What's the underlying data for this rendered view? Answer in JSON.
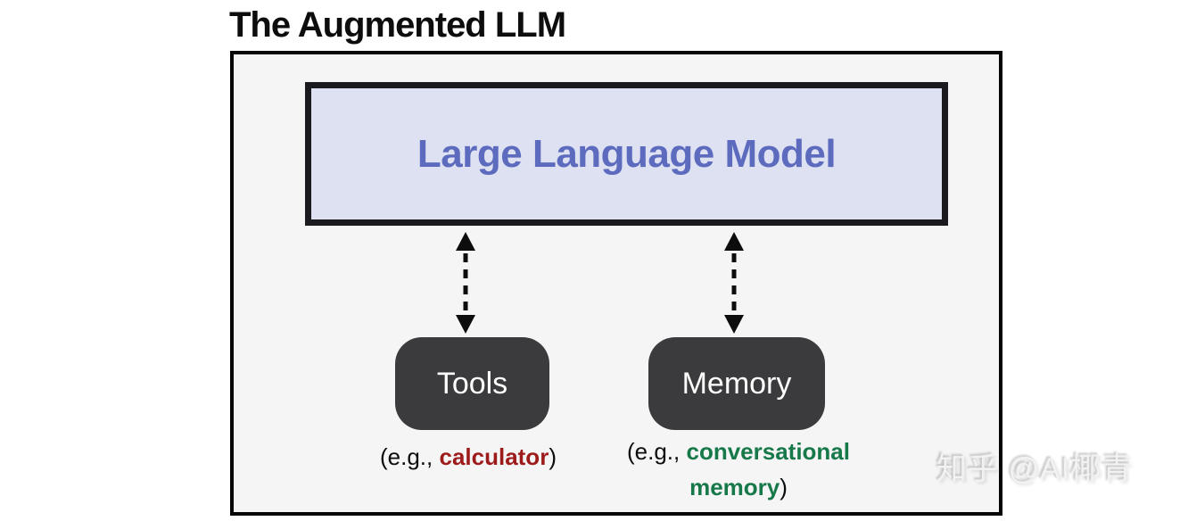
{
  "title": "The Augmented LLM",
  "colors": {
    "panel_bg": "#f5f5f6",
    "panel_border": "#050505",
    "llm_box_bg": "#dee1f2",
    "llm_box_border": "#1b1b1f",
    "llm_text": "#5c6bbe",
    "node_bg": "#3b3b3d",
    "node_text": "#ffffff",
    "tools_example_color": "#9e1b1b",
    "memory_example_color": "#17794a",
    "arrow_color": "#0d0d0d"
  },
  "llm": {
    "label": "Large Language Model"
  },
  "nodes": [
    {
      "label": "Tools",
      "example_prefix": "(e.g., ",
      "example": "calculator",
      "example_suffix": ")"
    },
    {
      "label": "Memory",
      "example_prefix": "(e.g., ",
      "example": "conversational memory",
      "example_suffix": ")"
    }
  ],
  "watermark": "知乎 @AI椰青"
}
